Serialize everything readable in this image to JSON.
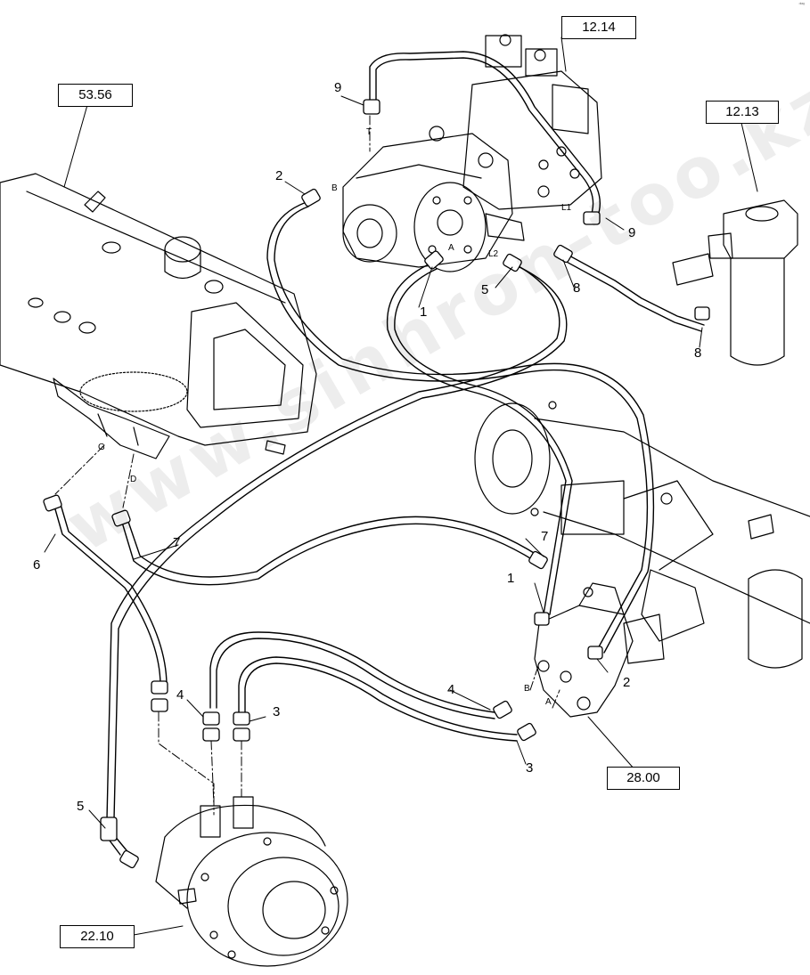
{
  "reference_boxes": {
    "r1214": "12.14",
    "r5356": "53.56",
    "r1213": "12.13",
    "r2800": "28.00",
    "r2210": "22.10"
  },
  "callouts": {
    "c9a": "9",
    "c9b": "9",
    "c2a": "2",
    "c2b": "2",
    "c1a": "1",
    "c1b": "1",
    "c5a": "5",
    "c5b": "5",
    "c8a": "8",
    "c8b": "8",
    "c7a": "7",
    "c7b": "7",
    "c6": "6",
    "c4a": "4",
    "c4b": "4",
    "c3a": "3",
    "c3b": "3"
  },
  "port_labels": {
    "T": "T",
    "B1": "B",
    "L1": "L1",
    "A1": "A",
    "L2": "L2",
    "G": "G",
    "D": "D",
    "B2": "B",
    "A2": "A"
  },
  "watermark": "www.sinhron-too.kz",
  "corner_mark": "ᵈᶦᵃᵍ"
}
